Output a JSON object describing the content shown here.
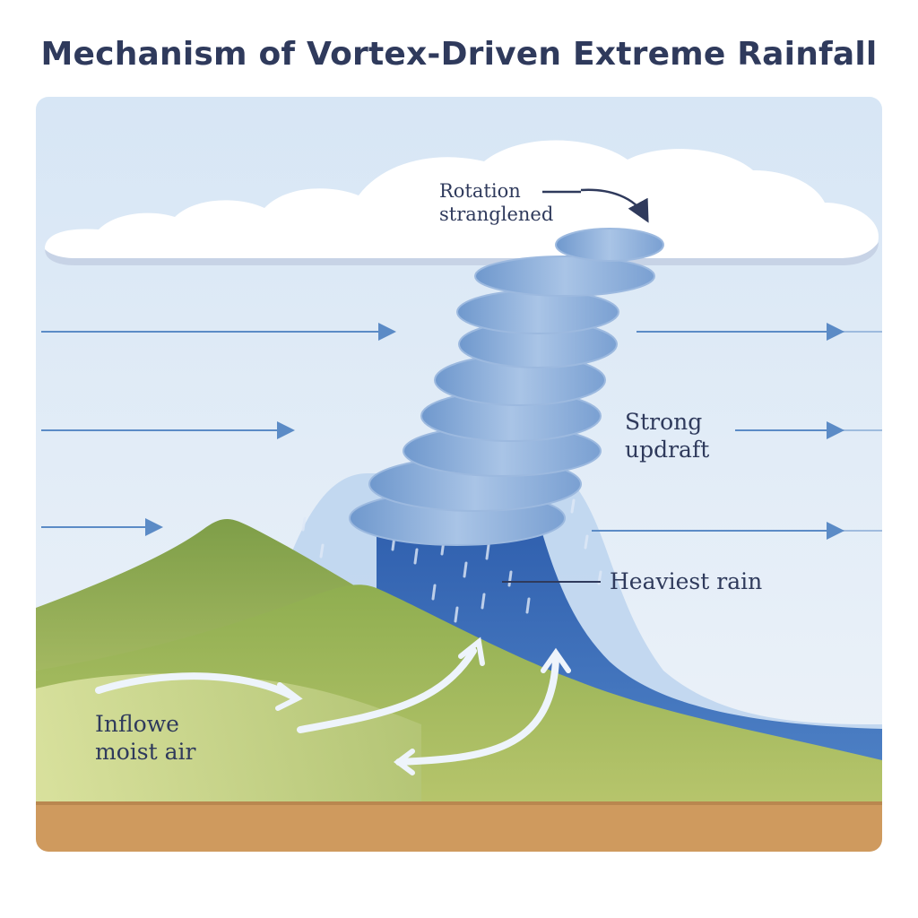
{
  "title": "Mechanism of Vortex-Driven Extreme Rainfall",
  "labels": {
    "rotation_line1": "Rotation",
    "rotation_line2": "stranglened",
    "updraft_line1": "Strong",
    "updraft_line2": "updraft",
    "heaviest_rain": "Heaviest rain",
    "inflow_line1": "Inflowe",
    "inflow_line2": "moist air"
  },
  "colors": {
    "title": "#2f3a5c",
    "sky_top": "#d7e6f5",
    "sky_bottom": "#eef3f9",
    "vortex": "#7ea3d2",
    "rain_core": "#3a69b4",
    "hill": "#8daa52",
    "ground": "#cf9a5e",
    "wind_arrow": "#5b8bc6"
  }
}
